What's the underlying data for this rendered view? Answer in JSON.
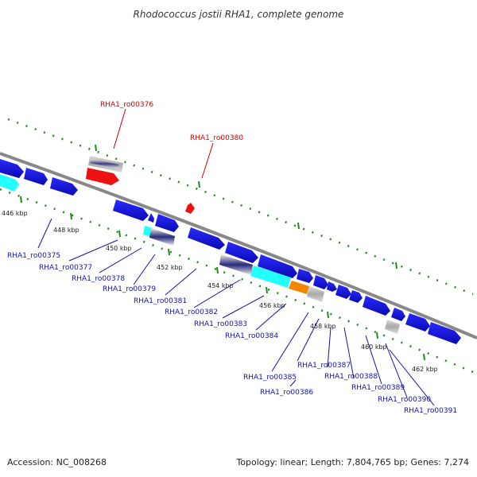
{
  "title": "Rhodococcus jostii RHA1, complete genome",
  "footer": {
    "accession": "Accession: NC_008268",
    "topology": "Topology: linear; Length: 7,804,765 bp; Genes: 7,274"
  },
  "colors": {
    "feature_blue": "#1212dd",
    "highlight_red": "#ee1111",
    "label_red": "#cc0000",
    "label_blue": "#1111aa",
    "cyan": "#22ffff",
    "orange": "#ee8800",
    "gray": "#bbbbbb",
    "navy_gradient": "#2a2a7a",
    "tick_green": "#228822",
    "backbone": "#888888"
  },
  "kbp_labels": [
    "446 kbp",
    "448 kbp",
    "450 kbp",
    "452 kbp",
    "454 kbp",
    "456 kbp",
    "458 kbp",
    "460 kbp",
    "462 kbp"
  ],
  "highlighted_genes": [
    "RHA1_ro00376",
    "RHA1_ro00380"
  ],
  "gene_labels": [
    "RHA1_ro00375",
    "RHA1_ro00377",
    "RHA1_ro00378",
    "RHA1_ro00379",
    "RHA1_ro00381",
    "RHA1_ro00382",
    "RHA1_ro00383",
    "RHA1_ro00384",
    "RHA1_ro00385",
    "RHA1_ro00386",
    "RHA1_ro00387",
    "RHA1_ro00388",
    "RHA1_ro00389",
    "RHA1_ro00390",
    "RHA1_ro00391"
  ]
}
